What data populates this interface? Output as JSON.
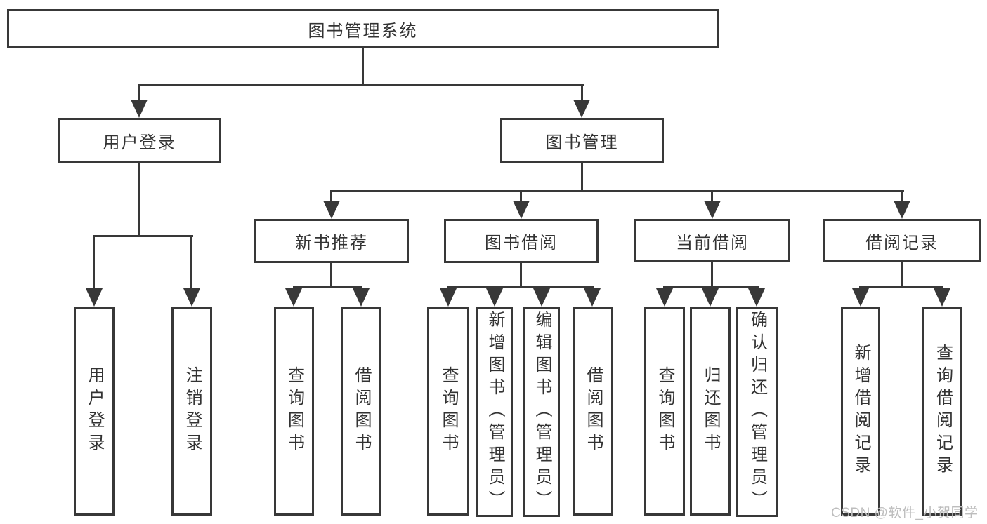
{
  "title": "图书管理系统",
  "watermark": "CSDN @软件_小贺同学",
  "colors": {
    "line": "#383838",
    "text": "#333333",
    "watermark": "#bdbdbd",
    "background": "#ffffff"
  },
  "nodes": {
    "root": {
      "label": "图书管理系统"
    },
    "user_login": {
      "label": "用户登录"
    },
    "book_management": {
      "label": "图书管理"
    },
    "new_book_recommend": {
      "label": "新书推荐"
    },
    "book_borrow": {
      "label": "图书借阅"
    },
    "current_borrow": {
      "label": "当前借阅"
    },
    "borrow_records": {
      "label": "借阅记录"
    },
    "leaf_user_login": {
      "label": "用户登录"
    },
    "leaf_logout": {
      "label": "注销登录"
    },
    "leaf_query_books_recommend": {
      "label": "查询图书"
    },
    "leaf_borrow_books_recommend": {
      "label": "借阅图书"
    },
    "leaf_query_books_borrow": {
      "label": "查询图书"
    },
    "leaf_add_books_admin": {
      "label": "新增图书（管理员）"
    },
    "leaf_edit_books_admin": {
      "label": "编辑图书（管理员）"
    },
    "leaf_borrow_books_borrow": {
      "label": "借阅图书"
    },
    "leaf_query_books_current": {
      "label": "查询图书"
    },
    "leaf_return_books": {
      "label": "归还图书"
    },
    "leaf_confirm_return_admin": {
      "label": "确认归还（管理员）"
    },
    "leaf_add_borrow_record": {
      "label": "新增借阅记录"
    },
    "leaf_query_borrow_record": {
      "label": "查询借阅记录"
    }
  },
  "edges": [
    {
      "from": "图书管理系统",
      "to": [
        "用户登录",
        "图书管理"
      ]
    },
    {
      "from": "用户登录",
      "to": [
        "用户登录",
        "注销登录"
      ]
    },
    {
      "from": "图书管理",
      "to": [
        "新书推荐",
        "图书借阅",
        "当前借阅",
        "借阅记录"
      ]
    },
    {
      "from": "新书推荐",
      "to": [
        "查询图书",
        "借阅图书"
      ]
    },
    {
      "from": "图书借阅",
      "to": [
        "查询图书",
        "新增图书（管理员）",
        "编辑图书（管理员）",
        "借阅图书"
      ]
    },
    {
      "from": "当前借阅",
      "to": [
        "查询图书",
        "归还图书",
        "确认归还（管理员）"
      ]
    },
    {
      "from": "借阅记录",
      "to": [
        "新增借阅记录",
        "查询借阅记录"
      ]
    }
  ]
}
